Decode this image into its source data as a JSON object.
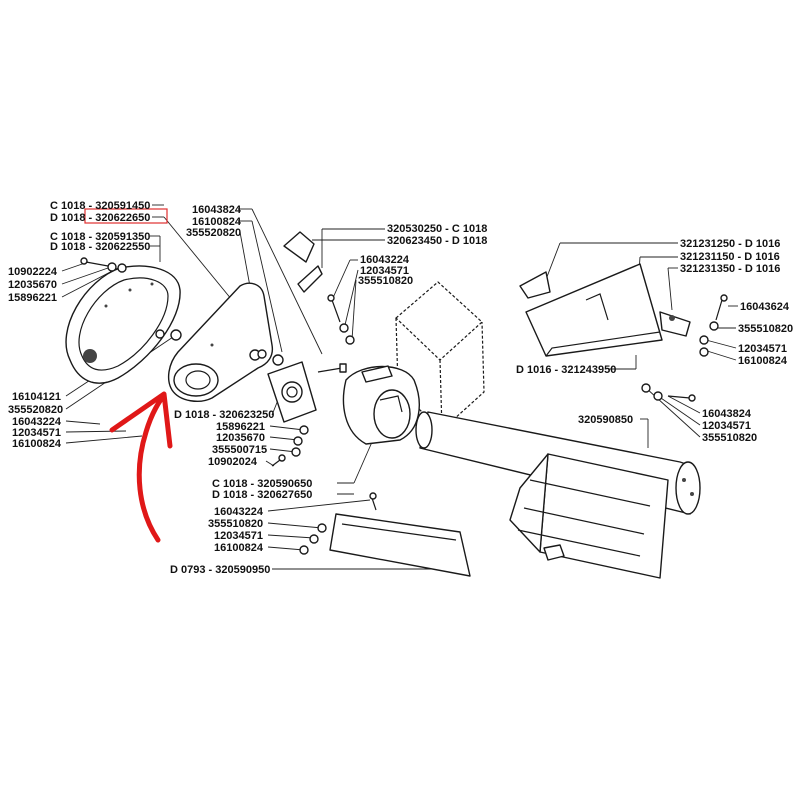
{
  "labels": {
    "c1018_a": "C 1018 - 320591450",
    "d1018_a": "D 1018 - 320622650",
    "c1018_b": "C 1018 - 320591350",
    "d1018_b": "D 1018 - 320622550",
    "p10902224": "10902224",
    "p12035670_l": "12035670",
    "p15896221_l": "15896221",
    "p16104121": "16104121",
    "p355520820_l": "355520820",
    "p16043224_l": "16043224",
    "p12034571_l": "12034571",
    "p16100824_l": "16100824",
    "p16043824": "16043824",
    "p16100824_t": "16100824",
    "p355520820_t": "355520820",
    "c1018_c": "320530250 - C 1018",
    "d1018_c": "320623450 - D 1018",
    "p16043224_t": "16043224",
    "p12034571_t": "12034571",
    "p355510820_t": "355510820",
    "d1018_d": "D 1018 - 320623250",
    "p15896221_m": "15896221",
    "p12035670_m": "12035670",
    "p355500715": "355500715",
    "p10902024": "10902024",
    "c1018_e": "C 1018 - 320590650",
    "d1018_e": "D 1018 - 320627650",
    "p16043224_b": "16043224",
    "p355510820_b": "355510820",
    "p12034571_b": "12034571",
    "p16100824_b": "16100824",
    "d0793": "D 0793 - 320590950",
    "p321231250": "321231250 - D 1016",
    "p321231150": "321231150 - D 1016",
    "p321231350": "321231350 - D 1016",
    "p16043624": "16043624",
    "p355510820_r": "355510820",
    "p12034571_r": "12034571",
    "p16100824_r": "16100824",
    "d1016": "D 1016 - 321243950",
    "p16043824_r": "16043824",
    "p12034571_r2": "12034571",
    "p355510820_r2": "355510820",
    "p320590850": "320590850"
  },
  "colors": {
    "arrow": "#e01818",
    "highlight_box": "#e03030",
    "ink": "#111111"
  }
}
